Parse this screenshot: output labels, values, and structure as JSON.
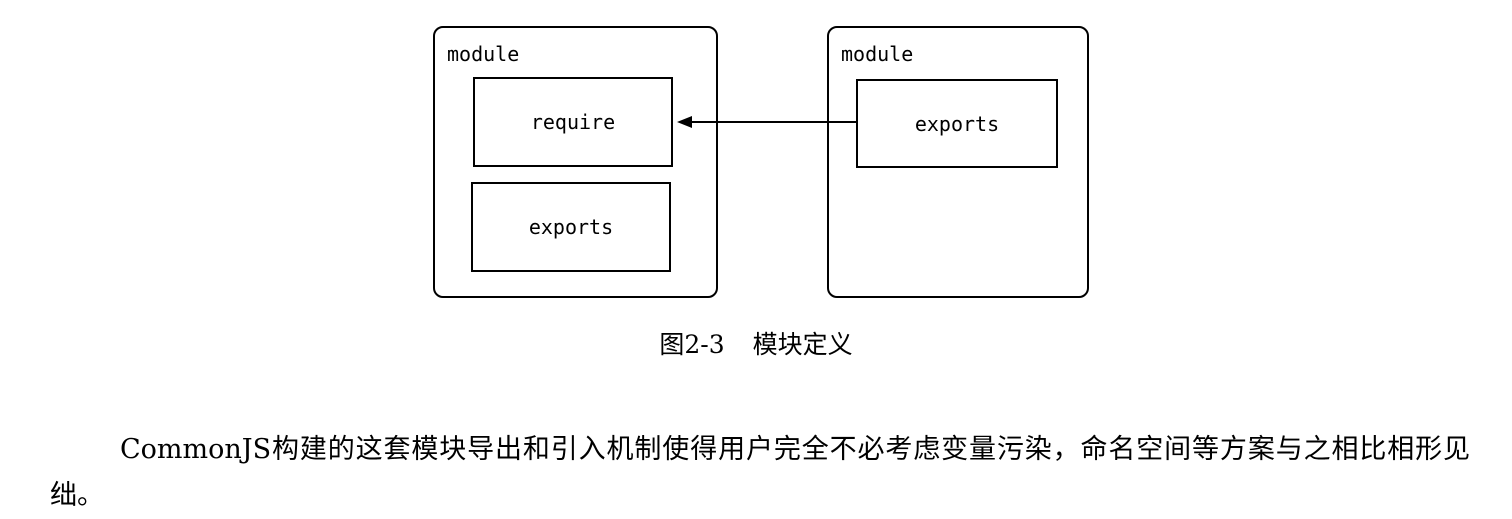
{
  "diagram": {
    "left_module": {
      "label": "module",
      "require_label": "require",
      "exports_label": "exports"
    },
    "right_module": {
      "label": "module",
      "exports_label": "exports"
    }
  },
  "caption": {
    "figure_number": "图2-3",
    "title": "模块定义"
  },
  "paragraph": {
    "text": "CommonJS构建的这套模块导出和引入机制使得用户完全不必考虑变量污染，命名空间等方案与之相比相形见绌。"
  }
}
